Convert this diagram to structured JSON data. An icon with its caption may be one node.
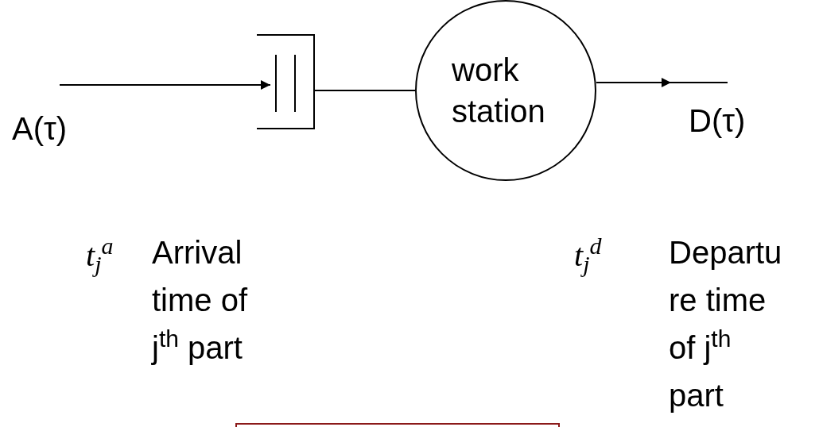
{
  "diagram": {
    "nodes": [
      {
        "text": [],
        "shape": "queue"
      },
      {
        "text": [
          "work station"
        ]
      },
      {
        "text": [],
        "shape": "box"
      }
    ],
    "edges": [
      {
        "from": null,
        "to": 0,
        "arrow": "to"
      },
      {
        "from": 0,
        "to": 1,
        "arrow": "none"
      },
      {
        "from": 1,
        "to": null,
        "arrow": "to"
      }
    ],
    "labels": [
      "A(τ)",
      "D(τ)",
      "t$_{j}$$^{a}$",
      "Arrival time of j$^{th}$ part",
      "t$_{j}$$^{d}$",
      "Departure time of j$^{th}$ part"
    ]
  }
}
